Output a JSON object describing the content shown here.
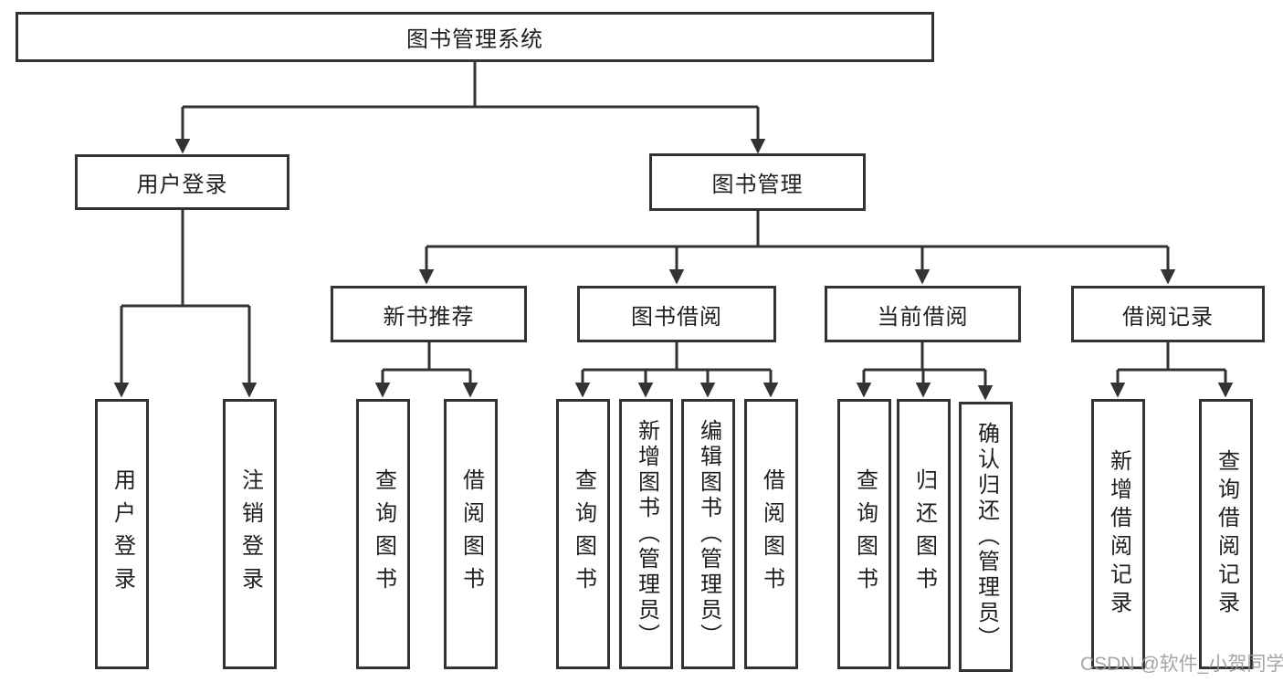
{
  "diagram_title": "图书管理系统",
  "nodes": {
    "root": "图书管理系统",
    "user_login": "用户登录",
    "book_management": "图书管理",
    "new_book_recommend": "新书推荐",
    "book_borrow": "图书借阅",
    "current_borrow": "当前借阅",
    "borrow_records": "借阅记录",
    "leaf_user_login": "用户登录",
    "leaf_logout": "注销登录",
    "leaf_query_books_recommend": "查询图书",
    "leaf_borrow_books_recommend": "借阅图书",
    "leaf_query_books_borrow": "查询图书",
    "leaf_add_books_admin": "新增图书（管理员）",
    "leaf_edit_books_admin": "编辑图书（管理员）",
    "leaf_borrow_books_borrow": "借阅图书",
    "leaf_query_books_current": "查询图书",
    "leaf_return_books": "归还图书",
    "leaf_confirm_return_admin": "确认归还（管理员）",
    "leaf_add_borrow_record": "新增借阅记录",
    "leaf_query_borrow_record": "查询借阅记录"
  },
  "watermark": "CSDN @软件_小贺同学",
  "colors": {
    "line": "#333333",
    "text": "#1f1f1f",
    "watermark": "#9c9c9c",
    "background": "#ffffff"
  }
}
